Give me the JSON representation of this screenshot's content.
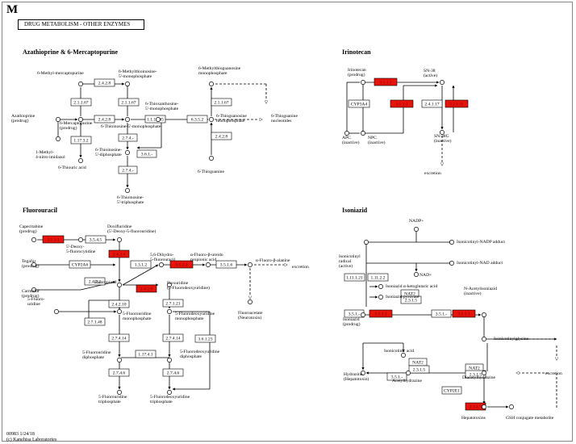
{
  "map_id": "M",
  "map_title": "DRUG METABOLISM - OTHER ENZYMES",
  "footer": {
    "version": "00983 1/24/18",
    "credit": "(c) Kanehisa Laboratories"
  },
  "sections": {
    "aza": "Azathioprine & 6-Mercaptopurine",
    "iri": "Irinotecan",
    "flu": "Fluorouracil",
    "iso": "Isoniazid"
  },
  "enzymes": {
    "e1": "2.4.2.8",
    "e2": "2.1.1.67",
    "e3": "2.1.1.67",
    "e4": "1.17.3.2",
    "e5": "2.4.2.8",
    "e6": "1.1.1.205",
    "e7": "6.3.5.2",
    "e8": "2.1.1.67",
    "e9": "2.7.4.-",
    "e10": "3.6.1.-",
    "e11": "2.7.4.-",
    "e12": "2.4.2.8",
    "e13": "3.1.1.1",
    "e14": "CYP3A4",
    "e15": "3.1.1.1",
    "e16": "2.4.1.17",
    "e17": "3.2.1.31",
    "e18": "3.5.4.5",
    "e19": "3.1.1.1",
    "e20": "2.4.2.4",
    "e21": "1.3.1.2",
    "e22": "3.5.2.2",
    "e23": "3.5.1.6",
    "e24": "CYP2A6",
    "e25": "2.4.2.3",
    "e26": "2.4.2.9",
    "e27": "2.4.2.10",
    "e28": "2.7.1.21",
    "e29": "2.7.1.48",
    "e30": "2.7.4.14",
    "e31": "2.7.4.14",
    "e32": "1.17.4.1",
    "e33": "3.6.1.23",
    "e34": "2.7.4.6",
    "e35": "2.7.4.6",
    "e36": "1.11.1.21",
    "e37": "1.11.2.2",
    "e38": "NAT2",
    "e39": "2.3.1.5",
    "e40": "3.5.1.-",
    "e41": "3.5.1.1",
    "e42": "3.5.1.-",
    "e43": "3.5.1.1",
    "e44": "NAT2",
    "e45": "2.3.1.5",
    "e46": "3.5.1.-",
    "e47": "NAT2",
    "e48": "2.3.1.5",
    "e49": "CYP2E1",
    "e50": "2.3.1.5"
  },
  "compounds": {
    "c1": "6-Methyl-mercaptopurine",
    "c2": "6-Methylthioinosine-\n5'-monophosphate",
    "c3": "6-Methylthioguanosine\nmonophosphate",
    "c4": "Azathioprine\n(prodrug)",
    "c5": "6-Mercaptopurine\n(prodrug)",
    "c6": "6-Thioinosine-5'-monophosphate",
    "c7": "6-Thioxanthosine-\n5'-monophosphate",
    "c8": "6-Thioguanosine\nmonophosphate",
    "c9": "6-Thioguanine\nnucleotides",
    "c10": "1-Methyl-\n4-nitro-imidazol",
    "c11": "6-Thiouric acid",
    "c12": "6-Thioinosine-\n5'-diphosphate",
    "c13": "6-Thioinosine-\n5'-triphosphate",
    "c14": "6-Thioguanine",
    "c15": "Irinotecan\n(prodrug)",
    "c16": "SN-38\n(active)",
    "c17": "APC\n(inactive)",
    "c18": "NPC\n(inactive)",
    "c19": "SN-38G\n(inactive)",
    "c20": "excretion",
    "c21": "Capecitabine\n(prodrug)",
    "c22": "5'-Deoxy-\n5-fluorocytidine",
    "c23": "Doxifluridine\n(5'-Deoxy-5-fluorouridine)",
    "c24": "Tegafur\n(prodrug)",
    "c25": "Carmofur\n(prodrug)",
    "c26": "5-Fluoro-\nuridine",
    "c27": "Fluorouracil",
    "c28": "5,6-Dihydro-\n5-fluorouracil",
    "c29": "α-Fluoro-β-ureido\npropionic acid",
    "c30": "α-Fluoro-β-alanine",
    "c31": "excretion",
    "c32": "Floxuridine\n(5-Fluorodeoxyuridine)",
    "c33": "5-Fluorouridine\nmonophosphate",
    "c34": "5-Fluorodeoxyuridine\nmonophosphate",
    "c35": "Fluoroacetate\n(Neurotoxin)",
    "c36": "5-Fluorouridine\ndiphosphate",
    "c37": "5-Fluorodeoxyuridine\ndiphosphate",
    "c38": "5-Fluorouridine\ntriphosphate",
    "c39": "5-Fluorodeoxyuridine\ntriphosphate",
    "c40": "NADP+",
    "c41": "Isonicotinyl-NADP adduct",
    "c42": "Isonicotinyl\nradical\n(active)",
    "c43": "Isonicotinyl-NAD adduct",
    "c44": "NAD+",
    "c45": "Isoniazid α-ketoglutaric acid",
    "c46": "Isoniazid pyruvate",
    "c47": "Isoniazid\n(prodrug)",
    "c48": "N-Acetylisoniazid\n(inactive)",
    "c49": "Isonicotinylglycine",
    "c50": "Isonicotinic acid",
    "c51": "Hydrazine\n(Hepatotoxin)",
    "c52": "Acetylhydrazine",
    "c53": "Diacetylhydrazine",
    "c54": "excretion",
    "c55": "Hepatotoxins",
    "c56": "GSH conjugate metabolite"
  }
}
